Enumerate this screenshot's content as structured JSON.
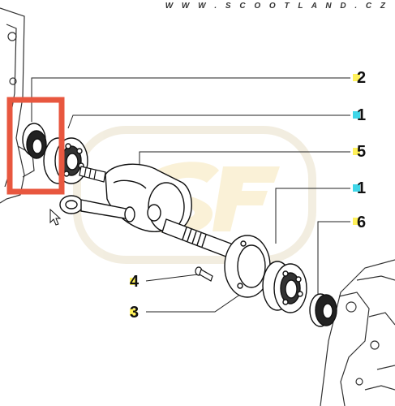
{
  "watermark": {
    "text": "W W W . S C O O T L A N D . C Z"
  },
  "callouts": [
    {
      "label": "2",
      "marker_color": "#fff15a"
    },
    {
      "label": "1",
      "marker_color": "#3fd6e8"
    },
    {
      "label": "5",
      "marker_color": "#fff15a"
    },
    {
      "label": "1",
      "marker_color": "#3fd6e8"
    },
    {
      "label": "6",
      "marker_color": "#fff15a"
    },
    {
      "label": "4",
      "marker_color": "#fff15a"
    },
    {
      "label": "3",
      "marker_color": "#fff15a"
    }
  ],
  "colors": {
    "highlight_box": "#e8573f",
    "line": "#222222",
    "logo": "#f6e6b8"
  }
}
